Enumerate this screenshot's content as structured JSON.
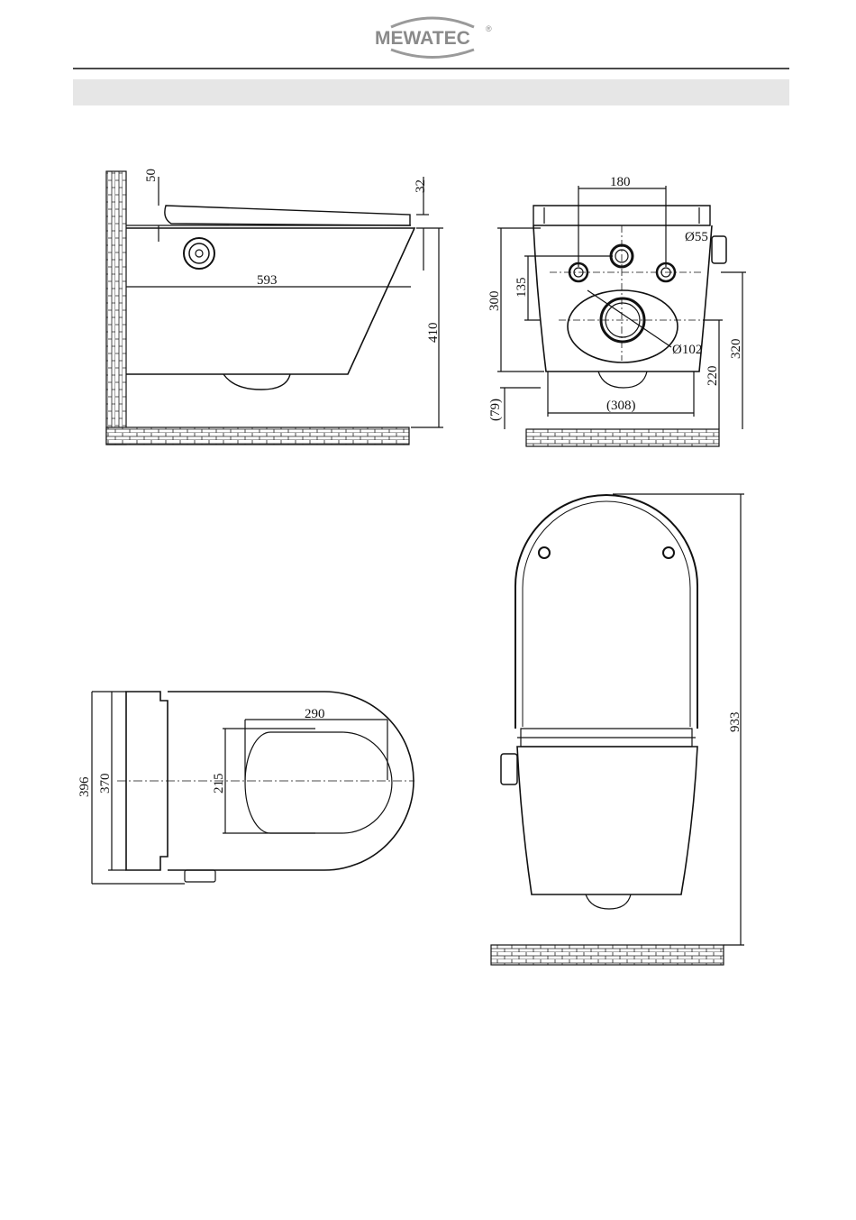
{
  "header": {
    "brand": "MEWATEC",
    "registered_mark": "®"
  },
  "drawings": {
    "side_view": {
      "dim_seat_height": "50",
      "dim_lid_thickness": "32",
      "dim_depth": "593",
      "dim_height": "410"
    },
    "front_view": {
      "dim_inlet_spacing": "180",
      "dim_inlet_diameter": "Ø55",
      "dim_inlet_offset": "135",
      "dim_height": "300",
      "dim_outlet_diameter": "Ø102",
      "dim_outlet_height": "220",
      "dim_overall_height": "320",
      "dim_bottom_gap": "(79)",
      "dim_base_width": "(308)"
    },
    "top_view": {
      "dim_opening_length": "290",
      "dim_opening_width": "215",
      "dim_inner_width": "370",
      "dim_outer_width": "396"
    },
    "front_open_view": {
      "dim_total_height": "933"
    }
  }
}
